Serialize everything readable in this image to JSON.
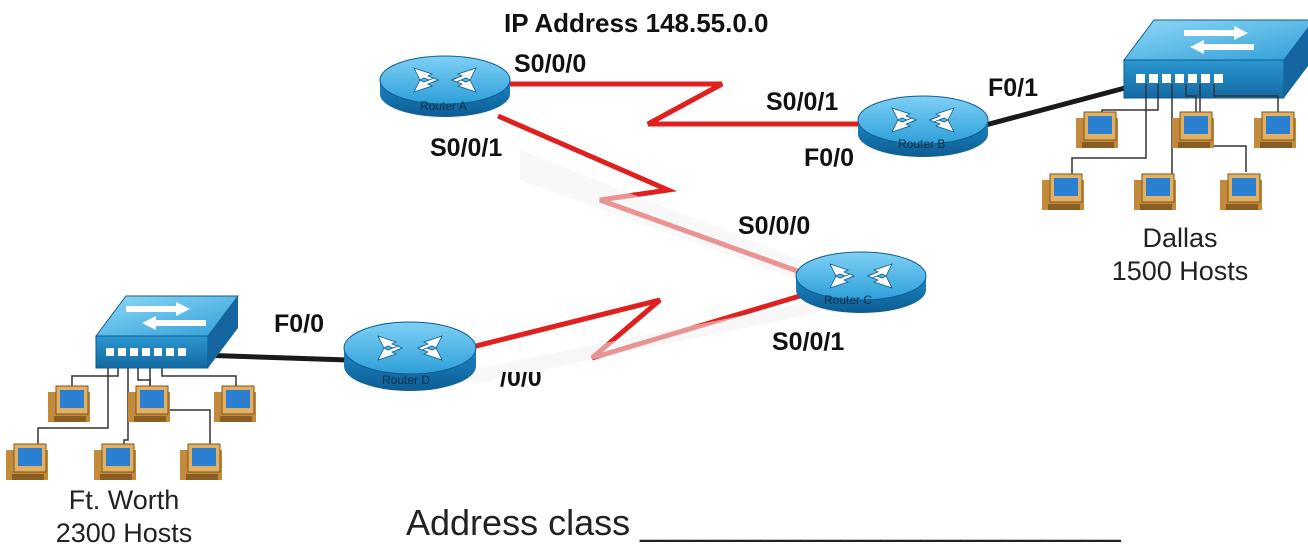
{
  "title": "IP Address 148.55.0.0",
  "routers": {
    "a": "Router A",
    "b": "Router B",
    "c": "Router C",
    "d": "Router D"
  },
  "interfaces": {
    "a_s000": "S0/0/0",
    "a_s001": "S0/0/1",
    "b_s001": "S0/0/1",
    "b_f00": "F0/0",
    "b_f01": "F0/1",
    "c_s000": "S0/0/0",
    "c_s001": "S0/0/1",
    "d_f00": "F0/0",
    "d_partial": "/0/0"
  },
  "sites": {
    "dallas": {
      "name": "Dallas",
      "hosts": "1500 Hosts"
    },
    "ftworth": {
      "name": "Ft. Worth",
      "hosts": "2300 Hosts"
    }
  },
  "question": {
    "label": "Address  class",
    "blank": "________________________"
  },
  "colors": {
    "serial_link": "#e0201e",
    "ethernet_link": "#1a1a1a",
    "router_body": "#1e88c6",
    "switch_body": "#2a9ad4"
  }
}
